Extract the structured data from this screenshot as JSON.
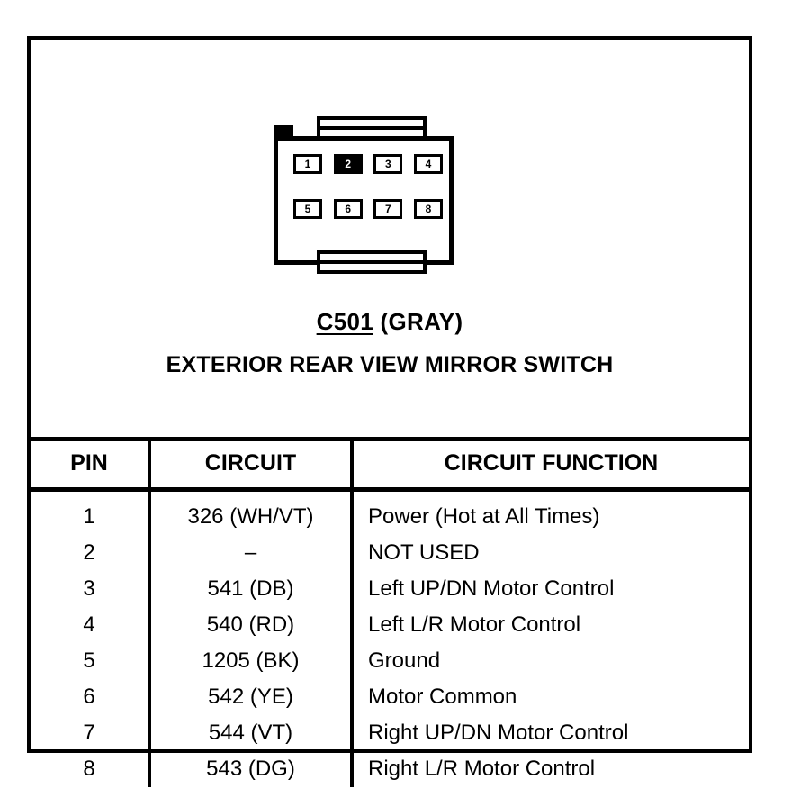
{
  "connector": {
    "code": "C501",
    "color_label": "(GRAY)",
    "name": "EXTERIOR REAR VIEW MIRROR SWITCH",
    "pins_top": [
      {
        "number": "1",
        "state": "normal"
      },
      {
        "number": "2",
        "state": "filled"
      },
      {
        "number": "3",
        "state": "normal"
      },
      {
        "number": "4",
        "state": "normal"
      }
    ],
    "pins_bottom": [
      {
        "number": "5",
        "state": "normal"
      },
      {
        "number": "6",
        "state": "normal"
      },
      {
        "number": "7",
        "state": "normal"
      },
      {
        "number": "8",
        "state": "normal"
      }
    ]
  },
  "table": {
    "headers": {
      "pin": "PIN",
      "circuit": "CIRCUIT",
      "function": "CIRCUIT FUNCTION"
    },
    "rows": [
      {
        "pin": "1",
        "circuit": "326 (WH/VT)",
        "function": "Power (Hot at All Times)"
      },
      {
        "pin": "2",
        "circuit": "–",
        "function": "NOT USED"
      },
      {
        "pin": "3",
        "circuit": "541 (DB)",
        "function": "Left UP/DN Motor Control"
      },
      {
        "pin": "4",
        "circuit": "540 (RD)",
        "function": "Left L/R Motor Control"
      },
      {
        "pin": "5",
        "circuit": "1205 (BK)",
        "function": "Ground"
      },
      {
        "pin": "6",
        "circuit": "542 (YE)",
        "function": "Motor Common"
      },
      {
        "pin": "7",
        "circuit": "544 (VT)",
        "function": "Right UP/DN Motor Control"
      },
      {
        "pin": "8",
        "circuit": "543 (DG)",
        "function": "Right L/R Motor Control"
      }
    ]
  },
  "colors": {
    "ink": "#000000",
    "paper": "#ffffff"
  }
}
